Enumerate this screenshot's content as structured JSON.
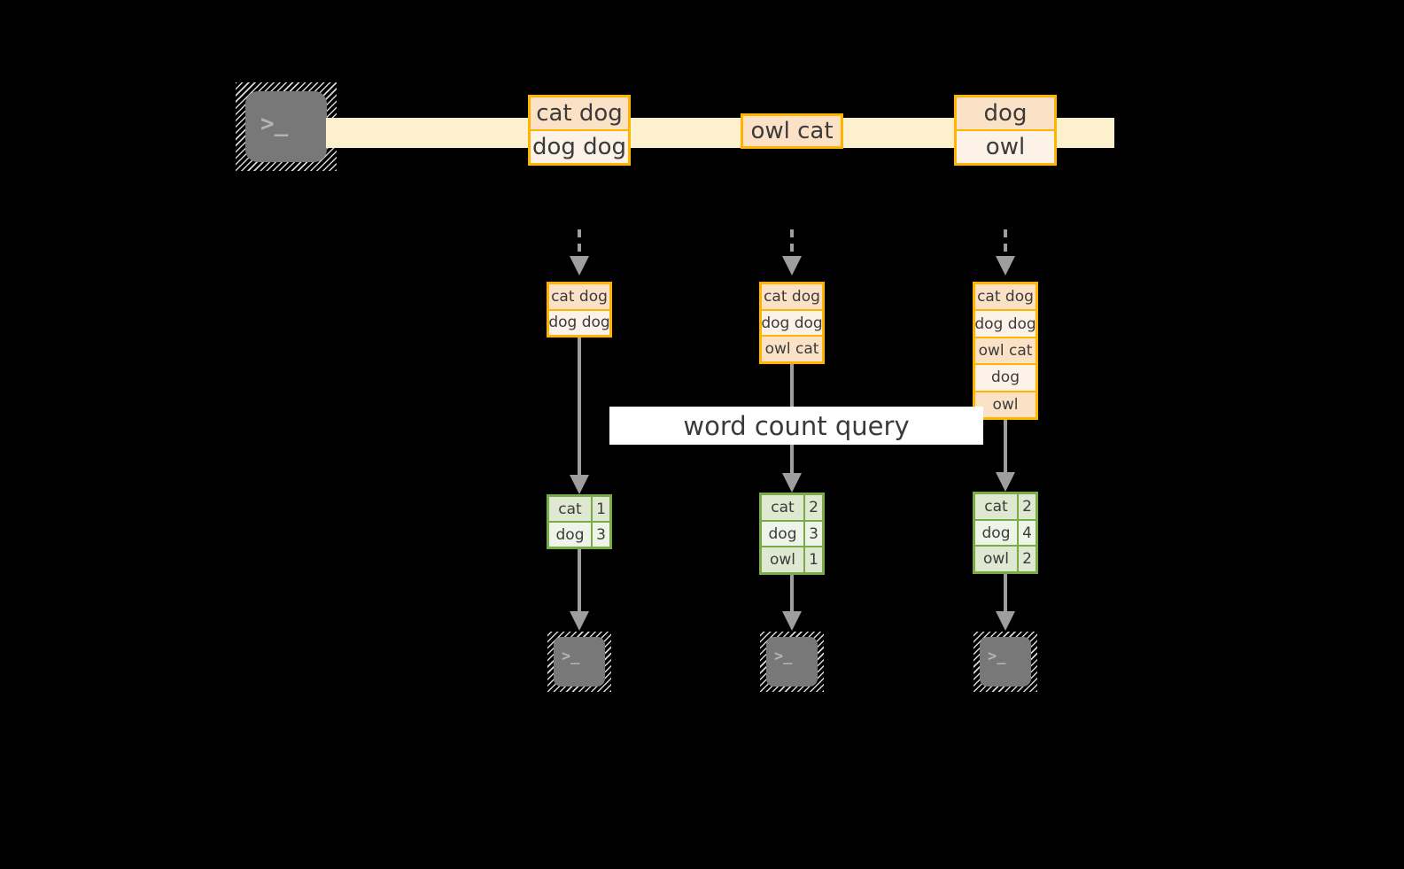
{
  "diagram": {
    "title_label": "word count query",
    "colors": {
      "background": "#000000",
      "stream_band": "#fdf0cd",
      "record_border": "#ffb400",
      "record_fill_a": "#fbe2c6",
      "record_fill_b": "#fdf2e8",
      "result_border": "#79ac46",
      "result_fill_a": "#dfe9d2",
      "result_fill_b": "#eff4e9",
      "arrow": "#9e9e9e",
      "terminal_body": "#787878",
      "label_bg": "#ffffff"
    }
  },
  "source": {
    "icon": "terminal-icon",
    "glyph": ">_"
  },
  "stream": {
    "icon": "right-arrow-band",
    "records": [
      {
        "name": "stream-record-1",
        "lines": [
          "cat dog",
          "dog dog"
        ]
      },
      {
        "name": "stream-record-2",
        "lines": [
          "owl cat"
        ]
      },
      {
        "name": "stream-record-3",
        "lines": [
          "dog",
          "owl"
        ]
      }
    ]
  },
  "snapshots": [
    {
      "name": "snapshot-1",
      "lines": [
        "cat dog",
        "dog dog"
      ],
      "result": {
        "rows": [
          {
            "word": "cat",
            "count": "1"
          },
          {
            "word": "dog",
            "count": "3"
          }
        ]
      },
      "sink": {
        "icon": "terminal-icon",
        "glyph": ">_"
      }
    },
    {
      "name": "snapshot-2",
      "lines": [
        "cat dog",
        "dog dog",
        "owl cat"
      ],
      "result": {
        "rows": [
          {
            "word": "cat",
            "count": "2"
          },
          {
            "word": "dog",
            "count": "3"
          },
          {
            "word": "owl",
            "count": "1"
          }
        ]
      },
      "sink": {
        "icon": "terminal-icon",
        "glyph": ">_"
      }
    },
    {
      "name": "snapshot-3",
      "lines": [
        "cat dog",
        "dog dog",
        "owl cat",
        "dog",
        "owl"
      ],
      "result": {
        "rows": [
          {
            "word": "cat",
            "count": "2"
          },
          {
            "word": "dog",
            "count": "4"
          },
          {
            "word": "owl",
            "count": "2"
          }
        ]
      },
      "sink": {
        "icon": "terminal-icon",
        "glyph": ">_"
      }
    }
  ]
}
